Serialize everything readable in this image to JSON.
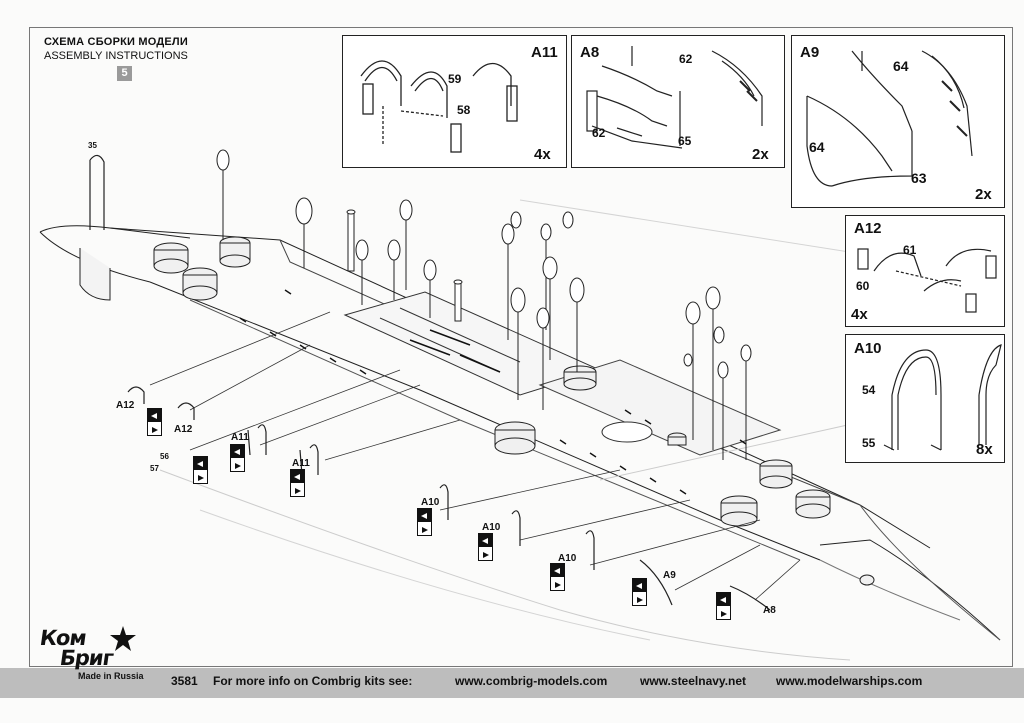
{
  "header": {
    "title_ru": "СХЕМА СБОРКИ МОДЕЛИ",
    "title_en": "ASSEMBLY INSTRUCTIONS",
    "step": "5"
  },
  "part_label_35": "35",
  "sub_assemblies": [
    {
      "id": "A11",
      "parts": [
        "59",
        "58"
      ],
      "qty": "4x"
    },
    {
      "id": "A8",
      "parts": [
        "62",
        "62",
        "65"
      ],
      "qty": "2x"
    },
    {
      "id": "A9",
      "parts": [
        "64",
        "64",
        "63"
      ],
      "qty": "2x"
    },
    {
      "id": "A12",
      "parts": [
        "61",
        "60"
      ],
      "qty": "4x"
    },
    {
      "id": "A10",
      "parts": [
        "54",
        "55"
      ],
      "qty": "8x"
    }
  ],
  "callouts": {
    "a12_1": "A12",
    "a12_2": "A12",
    "p56": "56",
    "p57": "57",
    "a11_1": "A11",
    "a11_2": "A11",
    "a10_1": "A10",
    "a10_2": "A10",
    "a10_3": "A10",
    "a9": "A9",
    "a8": "A8"
  },
  "footer": {
    "kit_no": "3581",
    "text": "For more info on Combrig kits see:",
    "url1": "www.combrig-models.com",
    "url2": "www.steelnavy.net",
    "url3": "www.modelwarships.com"
  },
  "logo": {
    "line1": "Ком",
    "line2": "Бриг",
    "line3": "Made in Russia"
  }
}
